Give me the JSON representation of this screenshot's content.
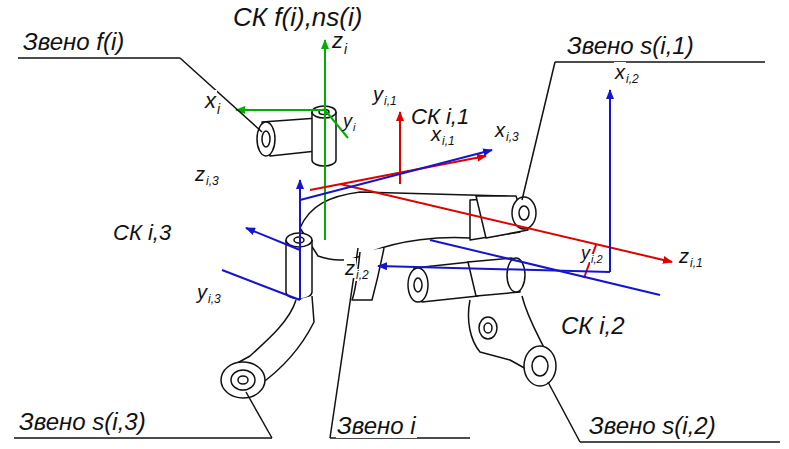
{
  "diagram": {
    "labels": [
      "Звено f(i)",
      "СК f(i),ns(i)",
      "z",
      "i",
      "y",
      "i,1",
      "СК i,1",
      "Звено s(i,1)",
      "x",
      "i",
      "y",
      "i",
      "x",
      "i,1",
      "x",
      "i,3",
      "x",
      "i,2",
      "z",
      "i,3",
      "СК i,3",
      "y",
      "i,3",
      "y",
      "i,2",
      "z",
      "i,1",
      "z",
      "i,2",
      "СК i,2",
      "Звено s(i,3)",
      "Звено i",
      "Звено s(i,2)"
    ]
  }
}
